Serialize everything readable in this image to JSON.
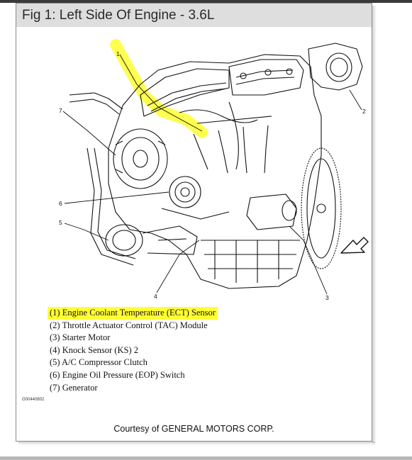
{
  "figure": {
    "title": "Fig 1: Left Side Of Engine - 3.6L",
    "image_code": "G00440802",
    "credit": "Courtesy of GENERAL MOTORS CORP."
  },
  "callouts": [
    "1",
    "2",
    "3",
    "4",
    "5",
    "6",
    "7"
  ],
  "legend": [
    {
      "text": "(1) Engine Coolant Temperature (ECT) Sensor",
      "highlighted": true
    },
    {
      "text": "(2) Throttle Actuator Control (TAC) Module",
      "highlighted": false
    },
    {
      "text": "(3) Starter Motor",
      "highlighted": false
    },
    {
      "text": "(4) Knock Sensor (KS) 2",
      "highlighted": false
    },
    {
      "text": "(5) A/C Compressor Clutch",
      "highlighted": false
    },
    {
      "text": "(6) Engine Oil Pressure (EOP) Switch",
      "highlighted": false
    },
    {
      "text": "(7) Generator",
      "highlighted": false
    }
  ],
  "colors": {
    "highlight": "#ffff33",
    "header_bg": "#dedede",
    "line_art": "#111111"
  }
}
